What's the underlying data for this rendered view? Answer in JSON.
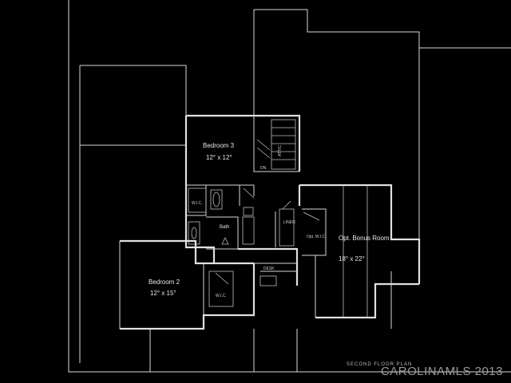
{
  "plan_title": "SECOND FLOOR PLAN",
  "watermark": "CAROLINAMLS 2013",
  "rooms": {
    "bedroom3": {
      "name": "Bedroom 3",
      "size": "12° x 12°"
    },
    "bedroom2": {
      "name": "Bedroom 2",
      "size": "12° x 15°"
    },
    "bonus": {
      "name": "Opt. Bonus Room",
      "size": "18° x 22°"
    },
    "bath": {
      "name": "Bath"
    },
    "wic_bed3": {
      "name": "W.I.C."
    },
    "wic_bed2": {
      "name": "W.I.C."
    },
    "wic_bonus": {
      "name": "Opt. W.I.C."
    },
    "linen": {
      "name": "LINEN"
    },
    "attic": {
      "name": "ATTIC"
    },
    "desk": {
      "name": "DESK"
    },
    "stair_down": {
      "name": "DN"
    }
  }
}
